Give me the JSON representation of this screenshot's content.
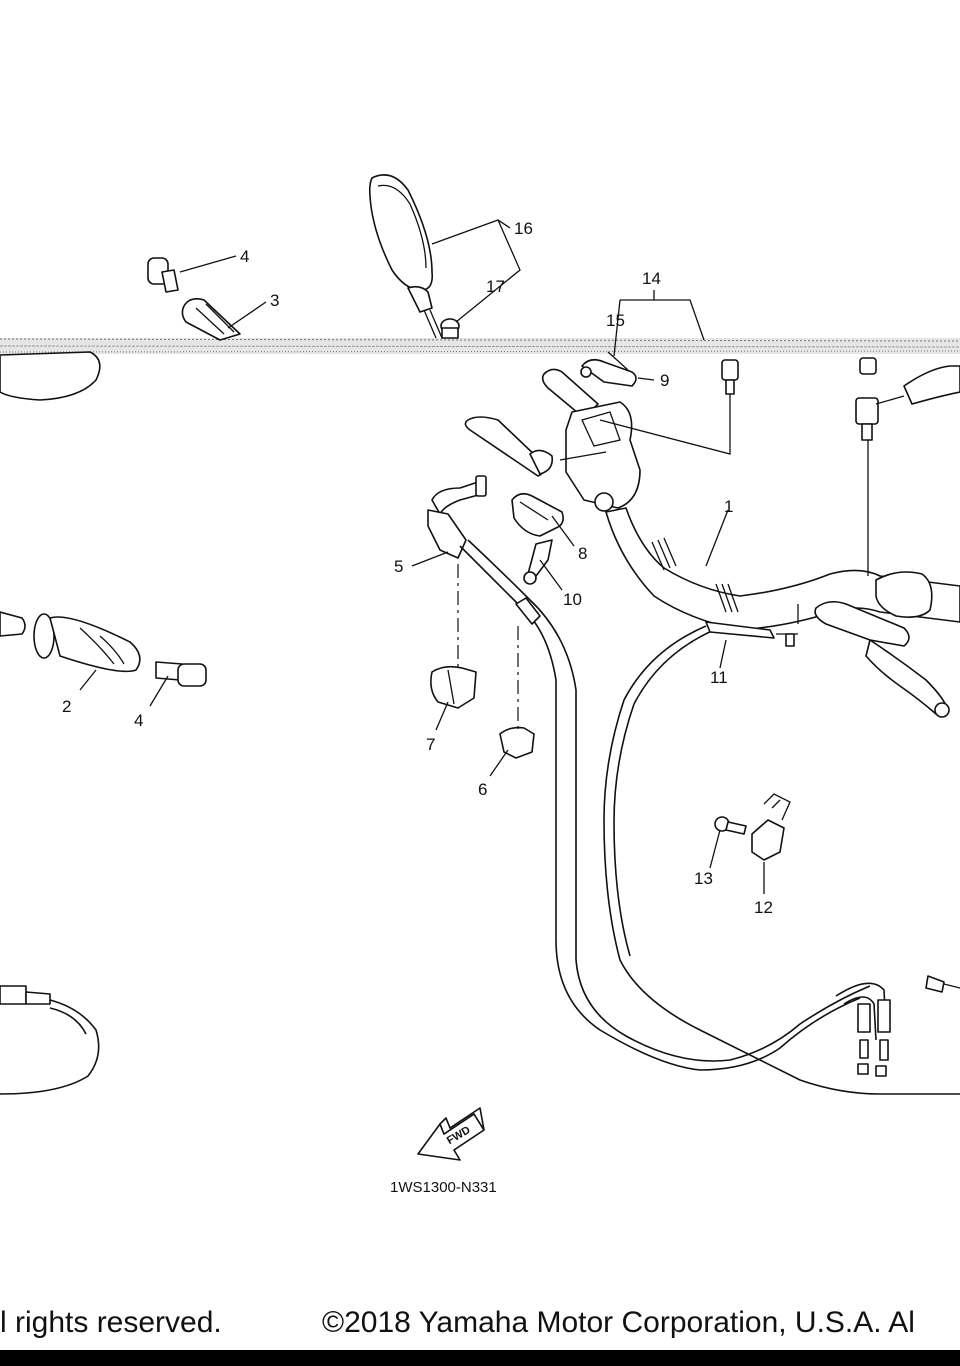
{
  "diagram": {
    "callouts": {
      "c1": "1",
      "c2": "2",
      "c3": "3",
      "c4a": "4",
      "c4b": "4",
      "c5": "5",
      "c6": "6",
      "c7": "7",
      "c8": "8",
      "c9": "9",
      "c10": "10",
      "c11": "11",
      "c12": "12",
      "c13": "13",
      "c14": "14",
      "c15": "15",
      "c16": "16",
      "c17": "17"
    },
    "fwd_label": "FWD",
    "drawing_code": "1WS1300-N331"
  },
  "footer": {
    "rights_text": "l rights reserved.",
    "copyright_text": "©2018 Yamaha Motor Corporation, U.S.A. Al"
  }
}
